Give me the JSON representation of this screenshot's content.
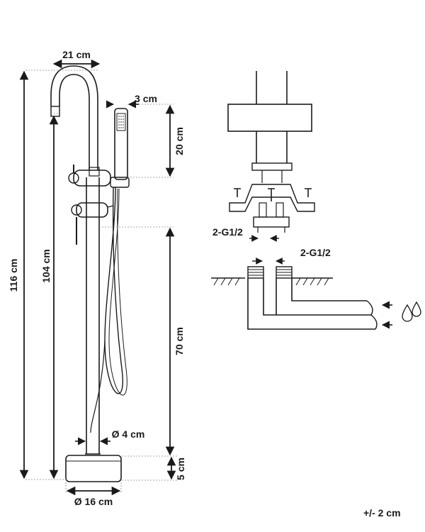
{
  "dimensions": {
    "width_top": "21 cm",
    "handshower_width": "3 cm",
    "handshower_height": "20 cm",
    "total_height": "116 cm",
    "spout_height": "104 cm",
    "lower_height": "70 cm",
    "pipe_diameter": "Ø 4 cm",
    "base_height": "5 cm",
    "base_diameter": "Ø 16 cm"
  },
  "connection": {
    "thread_top": "2-G1/2",
    "thread_bottom": "2-G1/2"
  },
  "tolerance": "+/- 2 cm",
  "icons": [
    "water-drops-icon"
  ]
}
